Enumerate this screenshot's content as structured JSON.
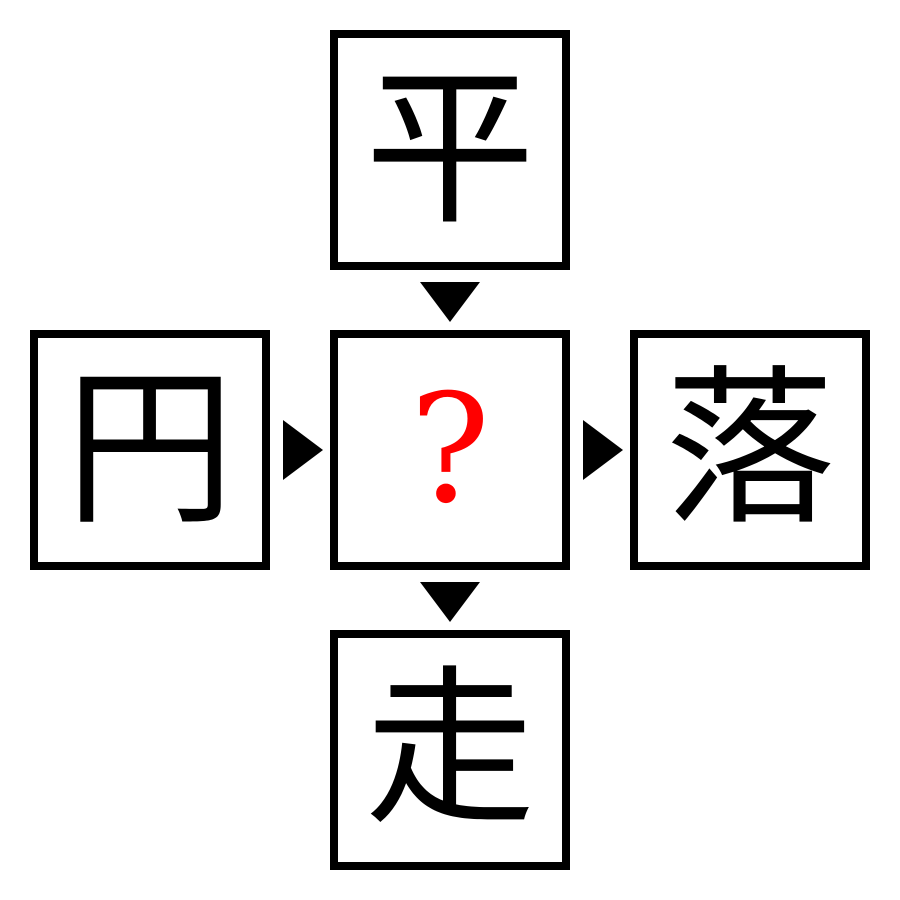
{
  "puzzle": {
    "top": "平",
    "left": "円",
    "center": "?",
    "right": "落",
    "bottom": "走"
  },
  "colors": {
    "border": "#000000",
    "text": "#000000",
    "question_mark": "#ff0000",
    "background": "#ffffff"
  },
  "icons": {
    "arrows": [
      "arrow-down-icon",
      "arrow-right-icon"
    ]
  }
}
